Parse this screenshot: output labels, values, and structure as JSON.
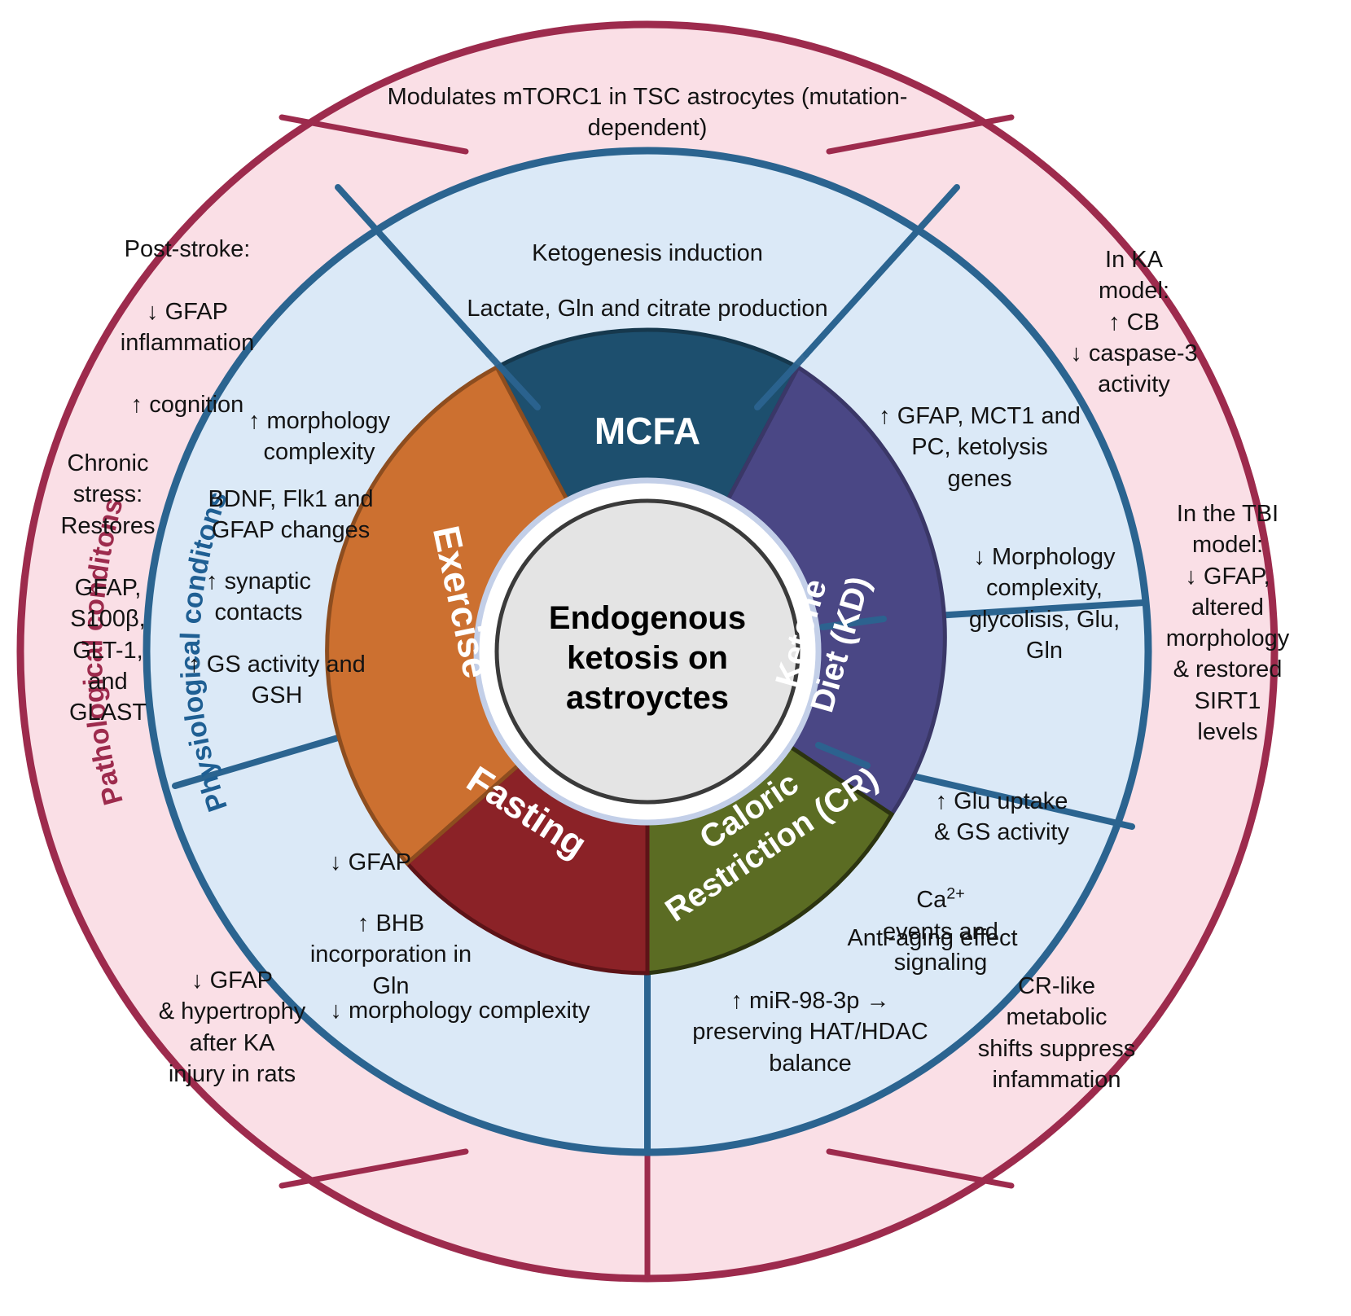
{
  "figure": {
    "title": "Endogenous ketosis on astrocytes wheel diagram"
  },
  "center": {
    "label": "Endogenous\nketosis on\nastroyctes",
    "fill": "#e4e4e4",
    "stroke": "#3a3a3a"
  },
  "rings": {
    "outer": {
      "label": "Pathological  conditons",
      "fill": "#fadfe6",
      "stroke": "#9d2b4d",
      "label_color": "#9d2b4d"
    },
    "middle": {
      "label": "Physiological  conditons",
      "fill": "#dbe9f7",
      "stroke": "#2b6490",
      "label_color": "#1f5f93"
    }
  },
  "sectors": [
    {
      "name": "MCFA",
      "label": "MCFA",
      "color": "#1d4f6e"
    },
    {
      "name": "ketone-diet",
      "label": "Ketone\nDiet (KD)",
      "color": "#4a4785"
    },
    {
      "name": "caloric-restriction",
      "label": "Caloric\nRestriction (CR)",
      "color": "#5b6c23"
    },
    {
      "name": "fasting",
      "label": "Fasting",
      "color": "#8b2227"
    },
    {
      "name": "exercise",
      "label": "Exercise",
      "color": "#cc7030"
    }
  ],
  "physiological": {
    "mcfa": [
      "Ketogenesis induction",
      "Lactate, Gln and citrate production"
    ],
    "ketone_diet": [
      "↑ GFAP, MCT1 and\nPC, ketolysis\ngenes",
      "↓ Morphology\ncomplexity,\nglycolisis, Glu,\nGln"
    ],
    "caloric_restriction": [
      "↑ Glu uptake\n& GS activity",
      "events and\nsignaling",
      "Anti-aging effect",
      "↑ miR-98-3p →\npreserving HAT/HDAC\nbalance"
    ],
    "caloric_restriction_ca_prefix": "Ca",
    "caloric_restriction_ca_sup": "2+",
    "fasting": [
      "↓ GFAP",
      "↑ BHB\nincorporation in\nGln",
      "↓ morphology complexity"
    ],
    "exercise": [
      "↑ morphology\ncomplexity",
      "BDNF, Flk1 and\nGFAP changes",
      "↑ synaptic\ncontacts",
      "↑ GS activity and\nGSH"
    ]
  },
  "pathological": {
    "top": "Modulates mTORC1 in TSC astrocytes (mutation-\ndependent)",
    "upper_left": "Post-stroke:\n\n↓ GFAP\ninflammation\n\n↑ cognition",
    "left": "Chronic\nstress:\nRestores\n\nGFAP,\nS100β,\nGLT-1,\nand\nGLAST",
    "upper_right": "In KA\nmodel:\n↑ CB\n↓ caspase-3\nactivity",
    "right": "In the TBI\nmodel:\n↓ GFAP,\naltered\nmorphology\n& restored\nSIRT1\nlevels",
    "lower_left": "↓ GFAP\n& hypertrophy\nafter KA\ninjury in rats",
    "lower_right": "CR-like\nmetabolic\nshifts suppress\ninfammation"
  }
}
